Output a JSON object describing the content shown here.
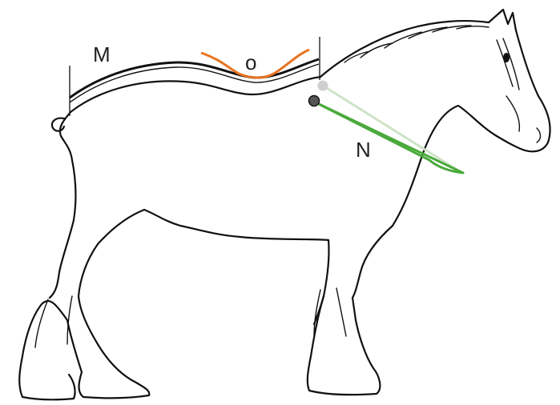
{
  "labels": {
    "back_length": "M",
    "back_curve": "o",
    "shoulder_line": "N"
  },
  "colors": {
    "outline": "#111111",
    "back_curve": "#e8731f",
    "shoulder_line": "#4aaa3c",
    "shoulder_line_faded": "#cfe3c6",
    "point_dark": "#555555",
    "point_light": "#cfcfcf"
  }
}
